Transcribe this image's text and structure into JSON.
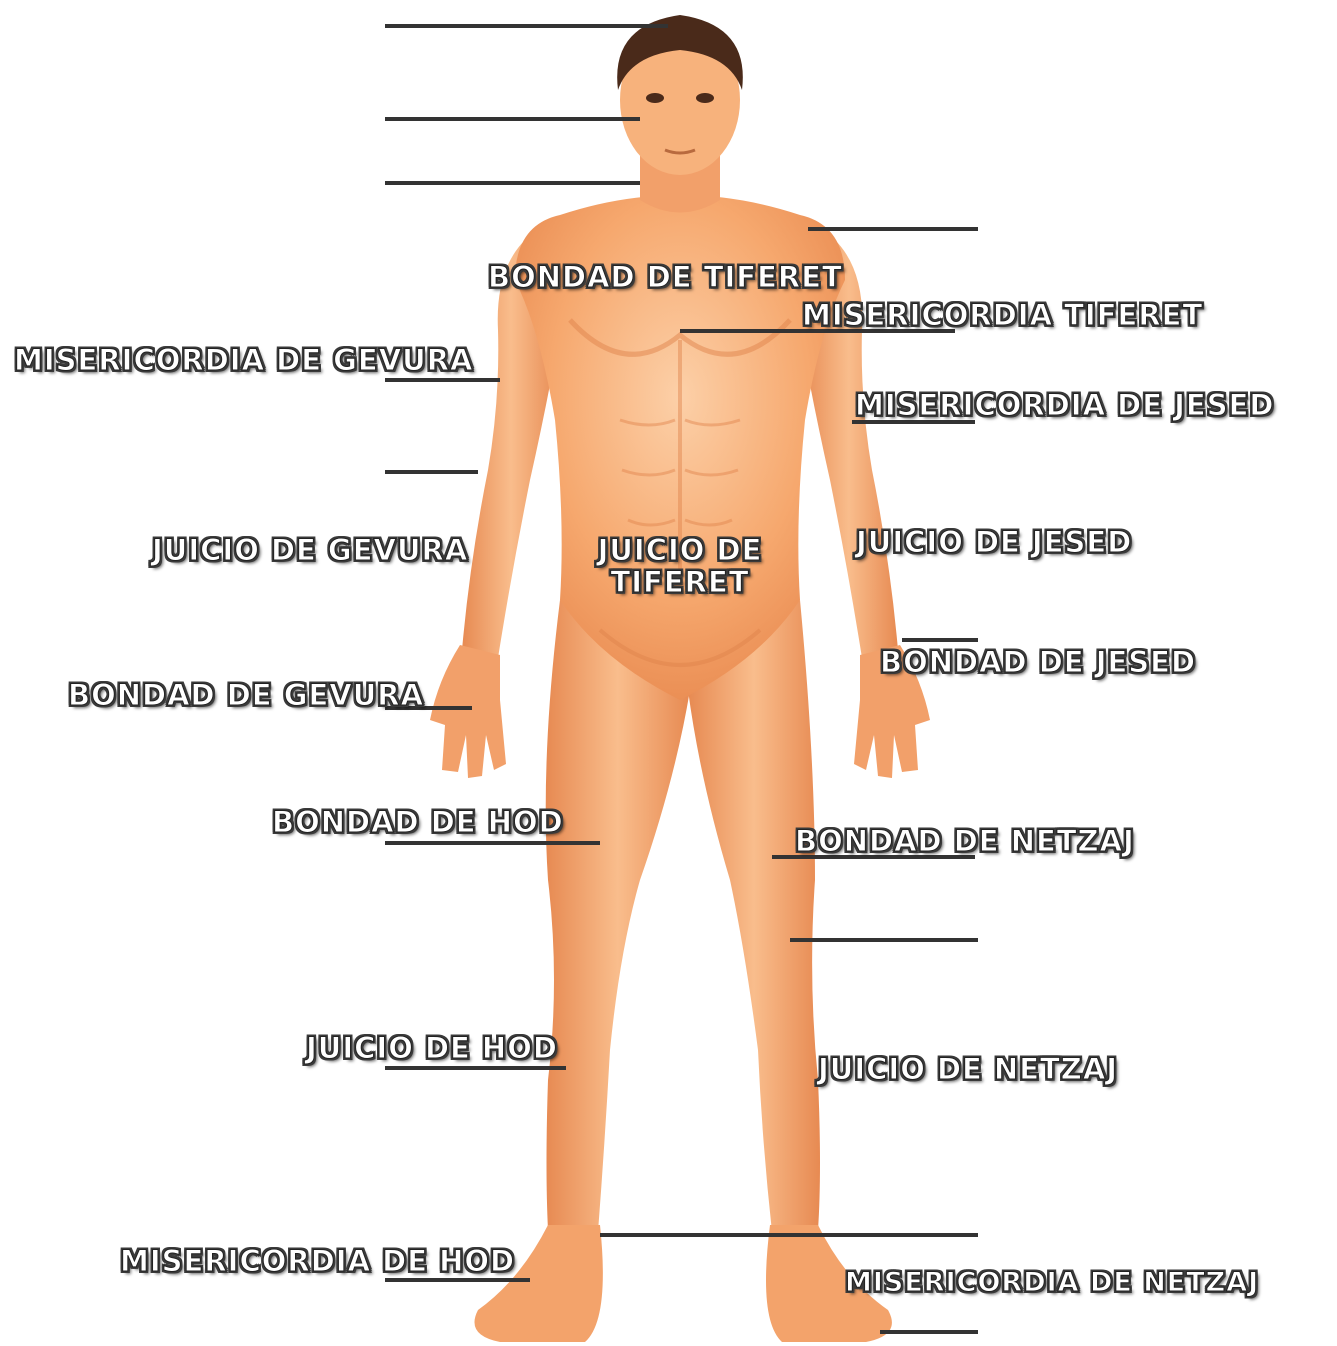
{
  "labels": {
    "bondad_tiferet": "BONDAD DE TIFERET",
    "misericordia_tiferet": "MISERICORDIA TIFERET",
    "misericordia_gevura": "MISERICORDIA DE GEVURA",
    "misericordia_jesed": "MISERICORDIA DE JESED",
    "juicio_gevura": "JUICIO DE GEVURA",
    "juicio_tiferet_line1": "JUICIO DE",
    "juicio_tiferet_line2": "TIFERET",
    "juicio_jesed": "JUICIO DE JESED",
    "bondad_jesed": "BONDAD DE JESED",
    "bondad_gevura": "BONDAD DE GEVURA",
    "bondad_hod": "BONDAD DE HOD",
    "bondad_netzaj": "BONDAD DE NETZAJ",
    "juicio_hod": "JUICIO DE HOD",
    "juicio_netzaj": "JUICIO DE NETZAJ",
    "misericordia_hod": "MISERICORDIA DE HOD",
    "misericordia_netzaj": "MISERICORDIA DE NETZAJ"
  },
  "colors": {
    "skin_light": "#fbc79a",
    "skin_base": "#f4a067",
    "skin_shadow": "#e0804a",
    "hair": "#4a2a1a",
    "leader_line": "#333333"
  }
}
